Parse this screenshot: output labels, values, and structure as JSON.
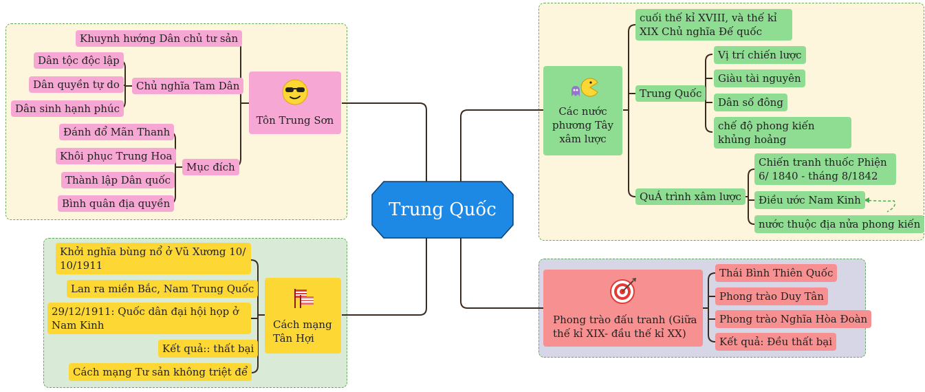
{
  "center": {
    "label": "Trung Quốc"
  },
  "branches": {
    "ton_trung_son": {
      "label": "Tôn Trung Sơn",
      "icon": "sunglasses-emoji-icon",
      "top_item": "Khuynh hướng Dân chủ tư sản",
      "tam_dan": {
        "label": "Chủ nghĩa Tam Dân",
        "items": [
          "Dân tộc độc lập",
          "Dân quyền tự do",
          "Dân sinh hạnh phúc"
        ]
      },
      "muc_dich": {
        "label": "Mục đích",
        "items": [
          "Đánh đổ Mãn Thanh",
          "Khôi phục Trung Hoa",
          "Thành lập Dân quốc",
          "Bình quân địa quyền"
        ]
      }
    },
    "cach_mang": {
      "label": "Cách mạng Tân Hợi",
      "icon": "flags-icon",
      "items": [
        "Khởi nghĩa bùng nổ ở Vũ Xương 10/ 10/1911",
        "Lan ra miền Bắc, Nam Trung Quốc",
        "29/12/1911: Quốc dân đại hội họp ở Nam Kinh",
        "Kết quả:: thất bại",
        "Cách mạng Tư sản không triệt để"
      ]
    },
    "phuong_tay": {
      "label": "Các nước phương Tây xâm lược",
      "icon": "pacman-icon",
      "top_item": "cuối thế kỉ XVIII, và thế kỉ XIX Chủ nghĩa Đế quốc",
      "trung_quoc": {
        "label": "Trung Quốc",
        "items": [
          "Vị trí chiến lược",
          "Giàu tài nguyên",
          "Dân số đông",
          "chế độ phong kiến khủng hoảng"
        ]
      },
      "qua_trinh": {
        "label": "QuÁ trình xâm lược",
        "items": [
          "Chiến tranh thuốc Phiện 6/ 1840 - tháng 8/1842",
          "Điều ước Nam Kinh",
          "nước thuộc địa nửa phong kiến"
        ]
      }
    },
    "phong_trao": {
      "label": "Phong trào đấu tranh (Giữa thế kỉ XIX- đầu thế kỉ XX)",
      "icon": "target-icon",
      "items": [
        "Thái Bình Thiên Quốc",
        "Phong trào Duy Tân",
        "Phong trào Nghĩa Hòa Đoàn",
        "Kết quả: Đều thất bại"
      ]
    }
  },
  "colors": {
    "center": "#1e88e5",
    "pink": "#f7a7d3",
    "green": "#8fdc93",
    "gold": "#fdd835",
    "salmon": "#f79090"
  }
}
